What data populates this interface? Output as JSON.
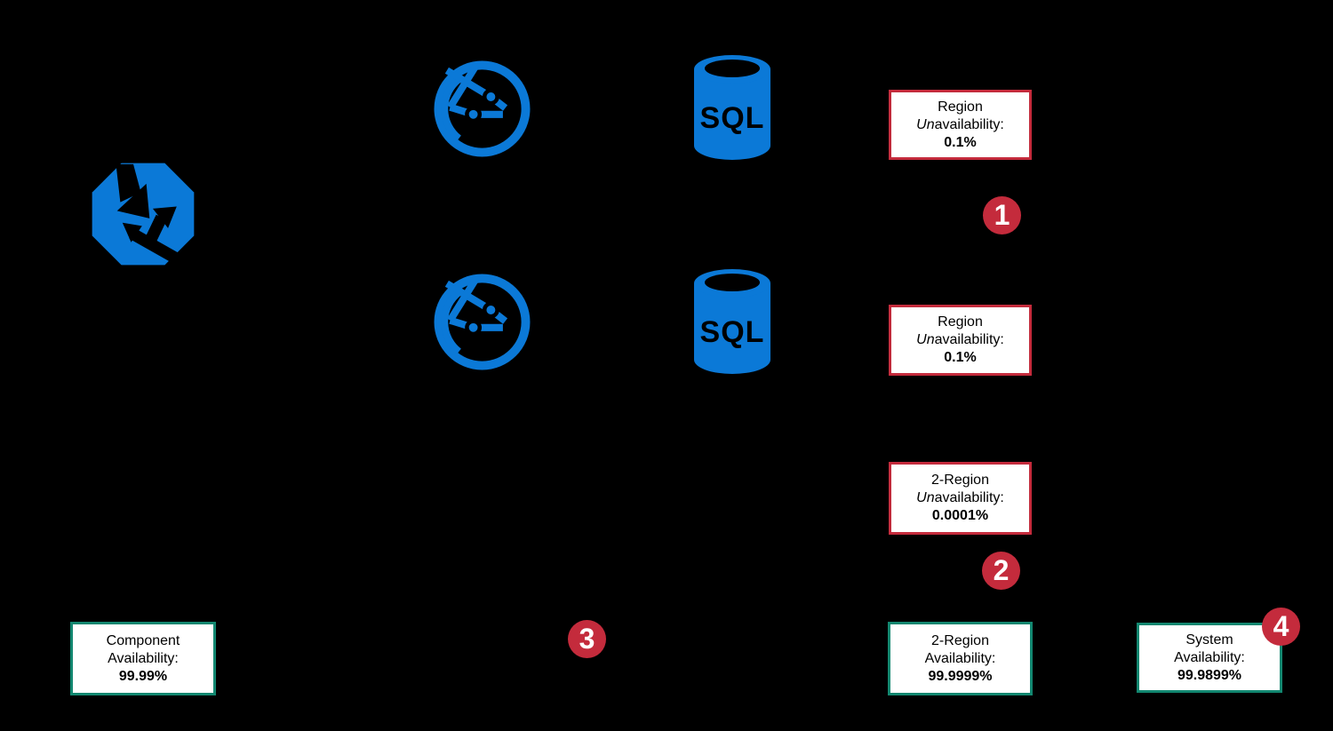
{
  "colors": {
    "background": "#000000",
    "azure_blue": "#0B79D7",
    "red": "#C42B3C",
    "teal": "#128770",
    "box_bg": "#FFFFFF",
    "box_text": "#000000",
    "callout_text": "#FFFFFF"
  },
  "icon_names": {
    "traffic_manager": "traffic-manager-icon",
    "app_service": "app-service-globe-icon",
    "sql_database": "sql-database-icon",
    "callout": "numbered-callout-badge"
  },
  "sql_label": "SQL",
  "boxes": {
    "region_unavailability_1": {
      "line1": "Region",
      "line2_italic": "Un",
      "line2_rest": "availability:",
      "value": "0.1%"
    },
    "region_unavailability_2": {
      "line1": "Region",
      "line2_italic": "Un",
      "line2_rest": "availability:",
      "value": "0.1%"
    },
    "two_region_unavailability": {
      "line1": "2-Region",
      "line2_italic": "Un",
      "line2_rest": "availability:",
      "value": "0.0001%"
    },
    "component_availability": {
      "line1": "Component",
      "line2": "Availability:",
      "value": "99.99%"
    },
    "two_region_availability": {
      "line1": "2-Region",
      "line2": "Availability:",
      "value": "99.9999%"
    },
    "system_availability": {
      "line1": "System",
      "line2": "Availability:",
      "value": "99.9899%"
    }
  },
  "callouts": {
    "c1": "1",
    "c2": "2",
    "c3": "3",
    "c4": "4"
  }
}
